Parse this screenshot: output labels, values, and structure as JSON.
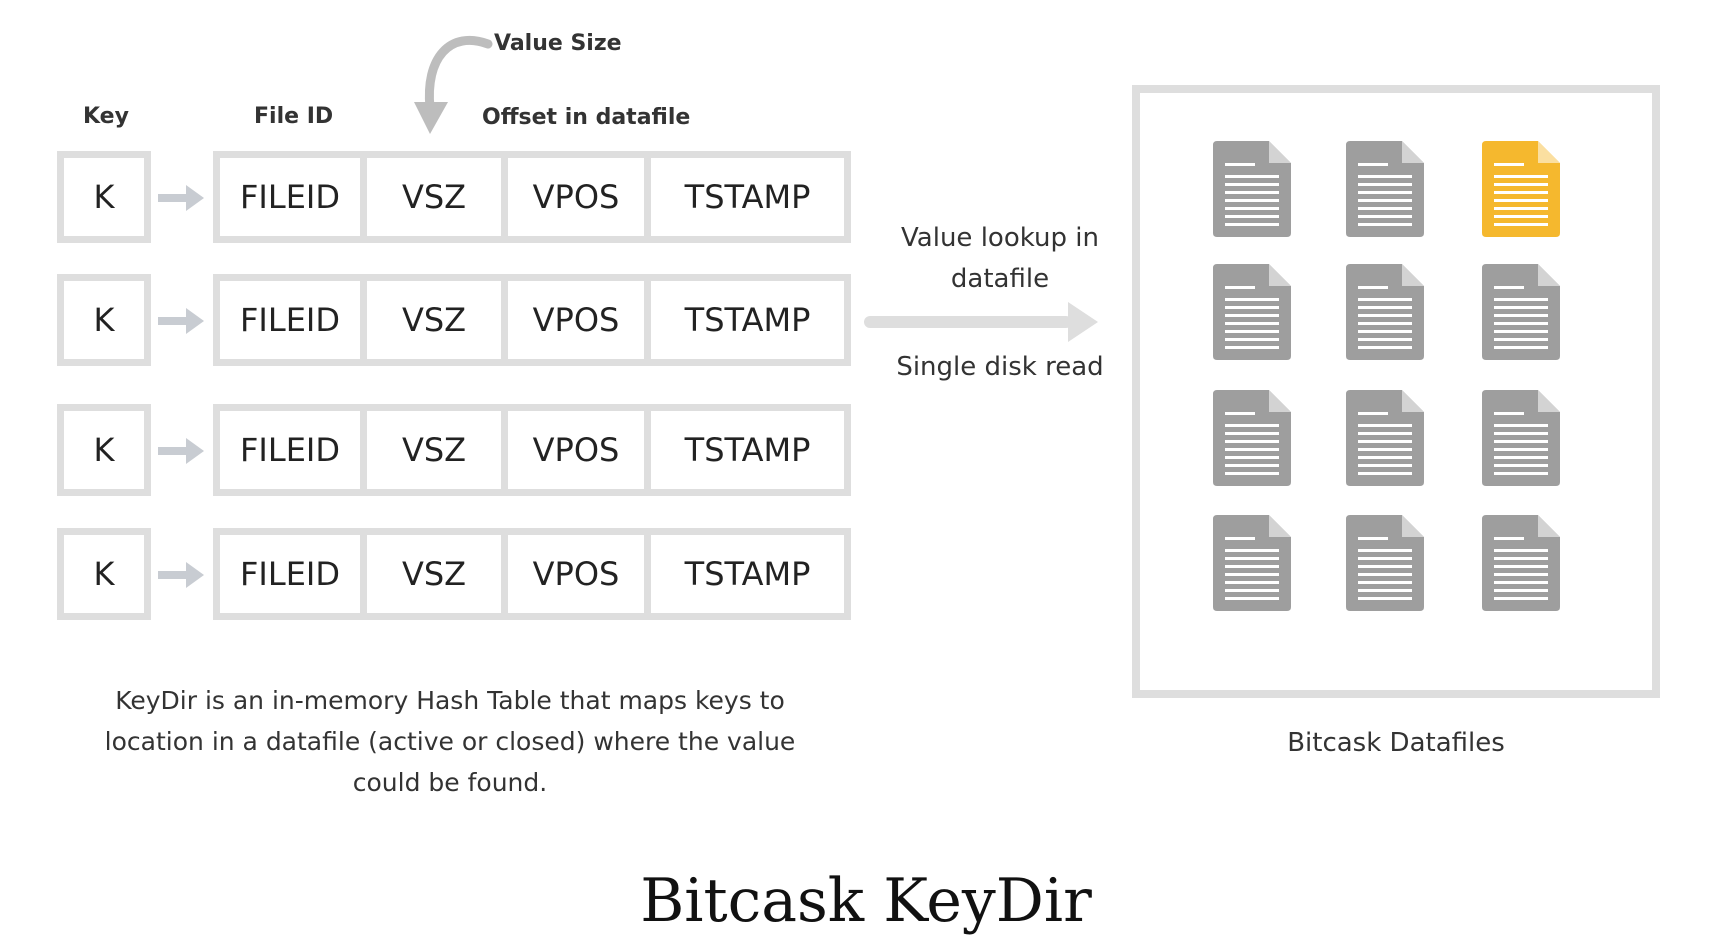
{
  "headers": {
    "key": "Key",
    "file_id": "File ID",
    "value_size": "Value Size",
    "offset": "Offset in datafile"
  },
  "rows": [
    {
      "key": "K",
      "fileid": "FILEID",
      "vsz": "VSZ",
      "vpos": "VPOS",
      "tstamp": "TSTAMP"
    },
    {
      "key": "K",
      "fileid": "FILEID",
      "vsz": "VSZ",
      "vpos": "VPOS",
      "tstamp": "TSTAMP"
    },
    {
      "key": "K",
      "fileid": "FILEID",
      "vsz": "VSZ",
      "vpos": "VPOS",
      "tstamp": "TSTAMP"
    },
    {
      "key": "K",
      "fileid": "FILEID",
      "vsz": "VSZ",
      "vpos": "VPOS",
      "tstamp": "TSTAMP"
    }
  ],
  "lookup": {
    "label": "Value lookup in datafile",
    "sublabel": "Single disk read"
  },
  "caption": "KeyDir is an in-memory Hash Table that maps keys to location in a datafile (active or closed) where the value could be found.",
  "datafiles_label": "Bitcask Datafiles",
  "title": "Bitcask KeyDir",
  "datafiles": {
    "count": 12,
    "active_index": 2,
    "colors": {
      "closed": "#9e9e9e",
      "active": "#f5b82e",
      "line": "#ffffff",
      "border": "#dedede",
      "arrow": "#dedede",
      "key_arrow": "#c8ccd2"
    }
  }
}
